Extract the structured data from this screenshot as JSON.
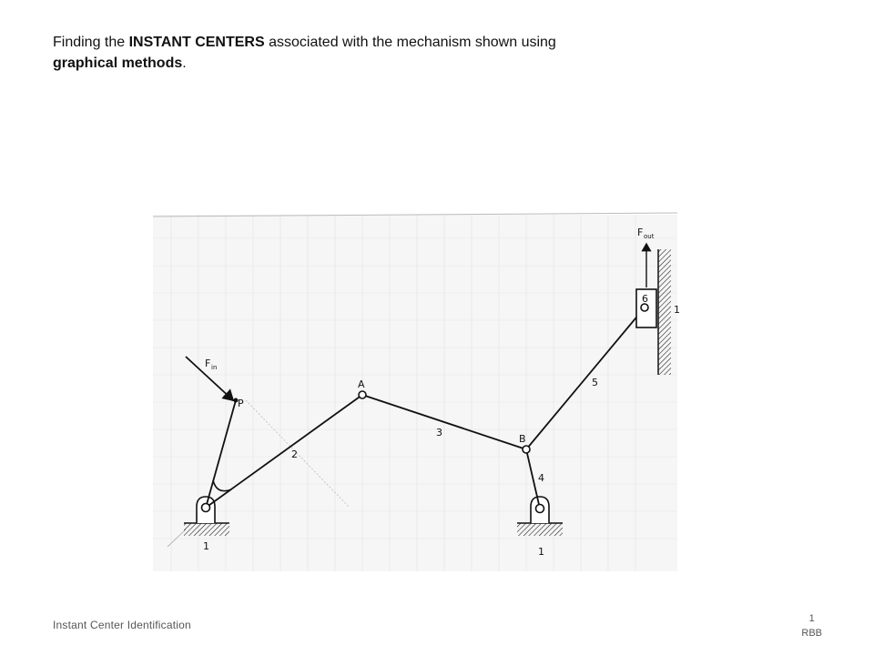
{
  "slide": {
    "title_part1": "Finding the ",
    "title_bold1": "INSTANT CENTERS",
    "title_part2": " associated with the mechanism shown using ",
    "title_bold2": "graphical methods",
    "title_part3": ".",
    "footer_label": "Instant Center Identification",
    "page_number": "1",
    "author": "RBB"
  },
  "diagram": {
    "labels": {
      "f_in": "F",
      "f_in_sub": "in",
      "f_out": "F",
      "f_out_sub": "out",
      "point_p": "P",
      "point_a": "A",
      "point_b": "B",
      "link_2": "2",
      "link_3": "3",
      "link_4": "4",
      "link_5": "5",
      "link_6": "6",
      "ground_left": "1",
      "ground_right": "1",
      "edge_mark": "1"
    }
  }
}
